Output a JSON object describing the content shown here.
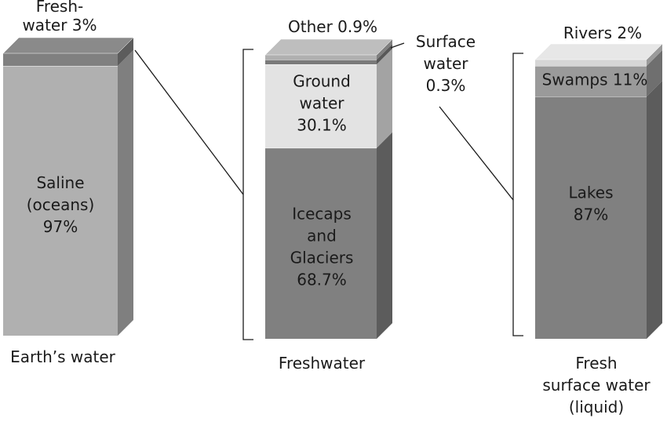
{
  "chart_data": [
    {
      "type": "bar",
      "xlabel": "Earth’s water",
      "segments": [
        {
          "label": [
            "Saline",
            "(oceans)",
            "97%"
          ],
          "value": 97,
          "color": "#b0b0b0"
        },
        {
          "label": [
            "Fresh-",
            "water 3%"
          ],
          "value": 3,
          "color": "#808080"
        }
      ]
    },
    {
      "type": "bar",
      "xlabel": "Freshwater",
      "segments": [
        {
          "label": [
            "Icecaps",
            "and",
            "Glaciers",
            "68.7%"
          ],
          "value": 68.7,
          "color": "#808080"
        },
        {
          "label": [
            "Ground",
            "water",
            "30.1%"
          ],
          "value": 30.1,
          "color": "#e3e3e3"
        },
        {
          "label": [
            "Surface",
            "water",
            "0.3%"
          ],
          "value": 0.3,
          "color": "#7a7a7a"
        },
        {
          "label": [
            "Other 0.9%"
          ],
          "value": 0.9,
          "color": "#b0b0b0"
        }
      ]
    },
    {
      "type": "bar",
      "xlabel": [
        "Fresh",
        "surface water",
        "(liquid)"
      ],
      "segments": [
        {
          "label": [
            "Lakes",
            "87%"
          ],
          "value": 87,
          "color": "#808080"
        },
        {
          "label": [
            "Swamps 11%"
          ],
          "value": 11,
          "color": "#9a9a9a"
        },
        {
          "label": [
            "Rivers 2%"
          ],
          "value": 2,
          "color": "#d6d6d6"
        }
      ]
    }
  ]
}
